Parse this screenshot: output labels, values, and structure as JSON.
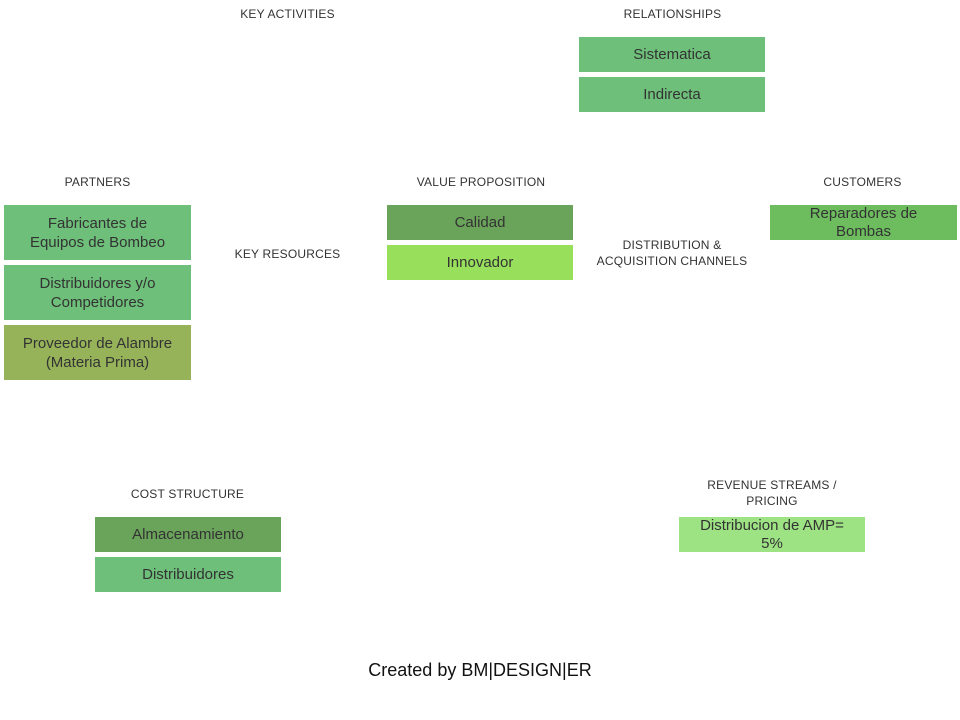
{
  "headings": {
    "key_activities": "KEY ACTIVITIES",
    "relationships": "RELATIONSHIPS",
    "partners": "PARTNERS",
    "value_proposition": "VALUE PROPOSITION",
    "customers": "CUSTOMERS",
    "key_resources": "KEY RESOURCES",
    "distribution": "DISTRIBUTION  &\nACQUISITION  CHANNELS",
    "cost_structure": "COST  STRUCTURE",
    "revenue": "REVENUE  STREAMS  /\nPRICING"
  },
  "cards": {
    "relationships": [
      "Sistematica",
      "Indirecta"
    ],
    "partners": [
      "Fabricantes de\nEquipos de Bombeo",
      "Distribuidores y/o\nCompetidores",
      "Proveedor de Alambre\n(Materia Prima)"
    ],
    "value_proposition": [
      "Calidad",
      "Innovador"
    ],
    "customers": [
      "Reparadores de\nBombas"
    ],
    "cost_structure": [
      "Almacenamiento",
      "Distribuidores"
    ],
    "revenue": [
      "Distribucion de AMP=\n5%"
    ]
  },
  "colors": {
    "green_medium": "#6dbf79",
    "green_dark": "#6aa35a",
    "green_olive": "#97b35a",
    "green_bright": "#98df5c",
    "green_customer": "#6dbd5f",
    "green_light": "#9de283"
  },
  "footer": "Created by BM|DESIGN|ER"
}
